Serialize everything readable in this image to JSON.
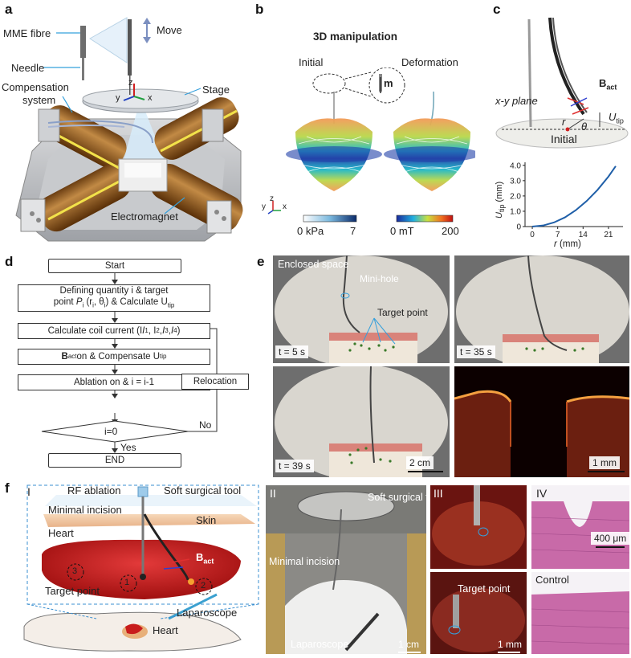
{
  "panels": {
    "a": {
      "letter": "a",
      "labels": {
        "mme_fibre": "MME fibre",
        "needle": "Needle",
        "move": "Move",
        "stage": "Stage",
        "compensation_1": "Compensation",
        "compensation_2": "system",
        "electromagnet": "Electromagnet",
        "axis_z": "z",
        "axis_y": "y",
        "axis_x": "x"
      }
    },
    "b": {
      "letter": "b",
      "title": "3D manipulation",
      "initial": "Initial",
      "deformation": "Deformation",
      "m": "m",
      "axis_z": "z",
      "axis_y": "y",
      "axis_x": "x",
      "scale1_min": "0 kPa",
      "scale1_max": "7",
      "scale2_min": "0 mT",
      "scale2_max": "200"
    },
    "c": {
      "letter": "c",
      "bact_b": "B",
      "bact_sub": "act",
      "plane": "x-y plane",
      "utip_u": "U",
      "utip_sub": "tip",
      "r": "r",
      "theta": "θ",
      "initial": "Initial",
      "chart_ylabel_u": "U",
      "chart_ylabel_sub": "tip",
      "chart_ylabel_unit": "(mm)",
      "chart_xlabel_r": "r",
      "chart_xlabel_unit": "(mm)"
    },
    "d": {
      "letter": "d",
      "start": "Start",
      "define_1": "Defining quantity i & target",
      "define_2a": "point ",
      "define_2b": "P",
      "define_2c": "i",
      "define_2d": " (r",
      "define_2e": "i",
      "define_2f": ", θ",
      "define_2g": "i",
      "define_2h": ") & Calculate U",
      "define_2i": "tip",
      "coil": "Calculate coil current (I",
      "coil_rest": ", I",
      "coil_end": ")",
      "bact_a": "B",
      "bact_b": "act",
      "bact_c": " on & Compensate U",
      "bact_d": "tip",
      "ablation": "Ablation on & i = i-1",
      "decision": "i=0",
      "end": "END",
      "yes": "Yes",
      "no": "No",
      "relocation": "Relocation"
    },
    "e": {
      "letter": "e",
      "enclosed": "Enclosed space",
      "minihole": "Mini-hole",
      "target": "Target point",
      "t1": "t = 5 s",
      "t2": "t = 35 s",
      "t3": "t = 39 s",
      "scale1": "2 cm",
      "scale2": "1 mm"
    },
    "f": {
      "letter": "f",
      "roman1": "I",
      "roman2": "II",
      "roman3": "III",
      "roman4": "IV",
      "rf": "RF ablation",
      "tool": "Soft surgical tool",
      "incision": "Minimal incision",
      "skin": "Skin",
      "heart": "Heart",
      "bact_b": "B",
      "bact_sub": "act",
      "target": "Target point",
      "laparoscope": "Laparoscope",
      "n1": "1",
      "n2": "2",
      "n3": "3",
      "heart2": "Heart",
      "ii_tool": "Soft surgical tool",
      "ii_incision": "Minimal incision",
      "ii_lap": "Laparoscope",
      "ii_scale": "1 cm",
      "iii_target": "Target point",
      "iii_scale": "1 mm",
      "iv_scale": "400 μm",
      "iv_control": "Control"
    }
  },
  "chart_data": {
    "type": "line",
    "x": [
      0,
      3,
      6,
      9,
      12,
      15,
      18,
      21,
      23
    ],
    "series": [
      {
        "values": [
          0,
          0.07,
          0.27,
          0.6,
          1.07,
          1.67,
          2.4,
          3.27,
          3.95
        ]
      }
    ],
    "xticks": [
      "0",
      "7",
      "14",
      "21"
    ],
    "yticks": [
      "0",
      "1.0",
      "2.0",
      "3.0",
      "4.0"
    ],
    "xlim": [
      -2,
      25
    ],
    "ylim": [
      0,
      4.2
    ],
    "color": "#1f5fa8"
  }
}
